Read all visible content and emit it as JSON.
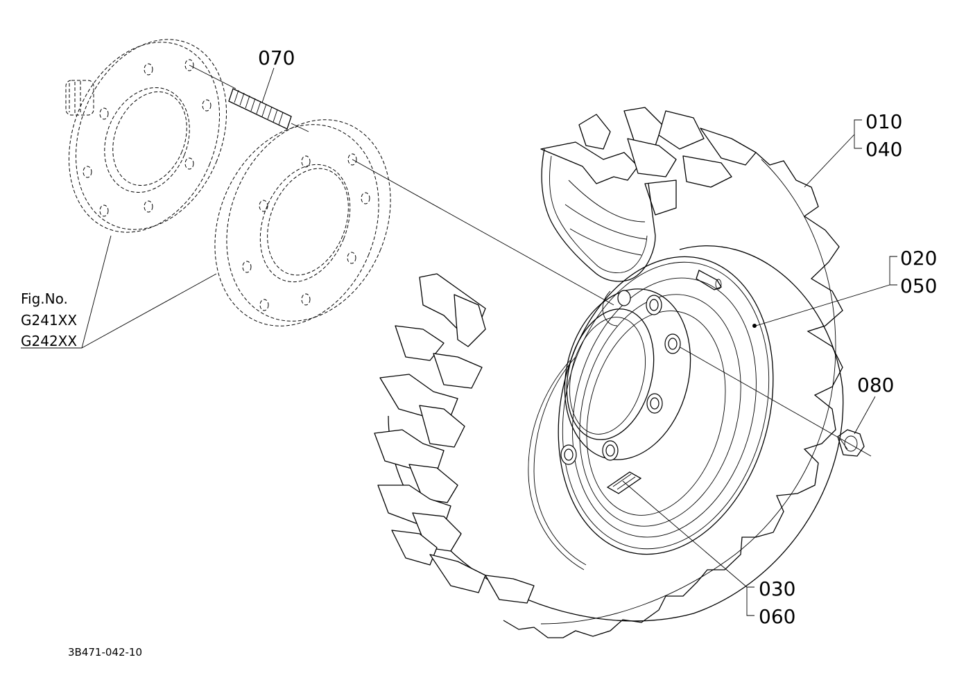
{
  "drawing": {
    "code": "3B471-042-10",
    "figure_ref": {
      "label": "Fig.No.",
      "numbers": [
        "G241XX",
        "G242XX"
      ]
    }
  },
  "callouts": {
    "c010": "010",
    "c040": "040",
    "c020": "020",
    "c050": "050",
    "c030": "030",
    "c060": "060",
    "c070": "070",
    "c080": "080"
  },
  "parts": {
    "hub_flange": "hub-flange",
    "spacer_flange": "spacer-flange",
    "stud": "stud-bolt",
    "tire": "tire",
    "rim": "wheel-rim",
    "valve": "air-valve",
    "nut": "wheel-nut",
    "label_plate": "label-plate"
  }
}
